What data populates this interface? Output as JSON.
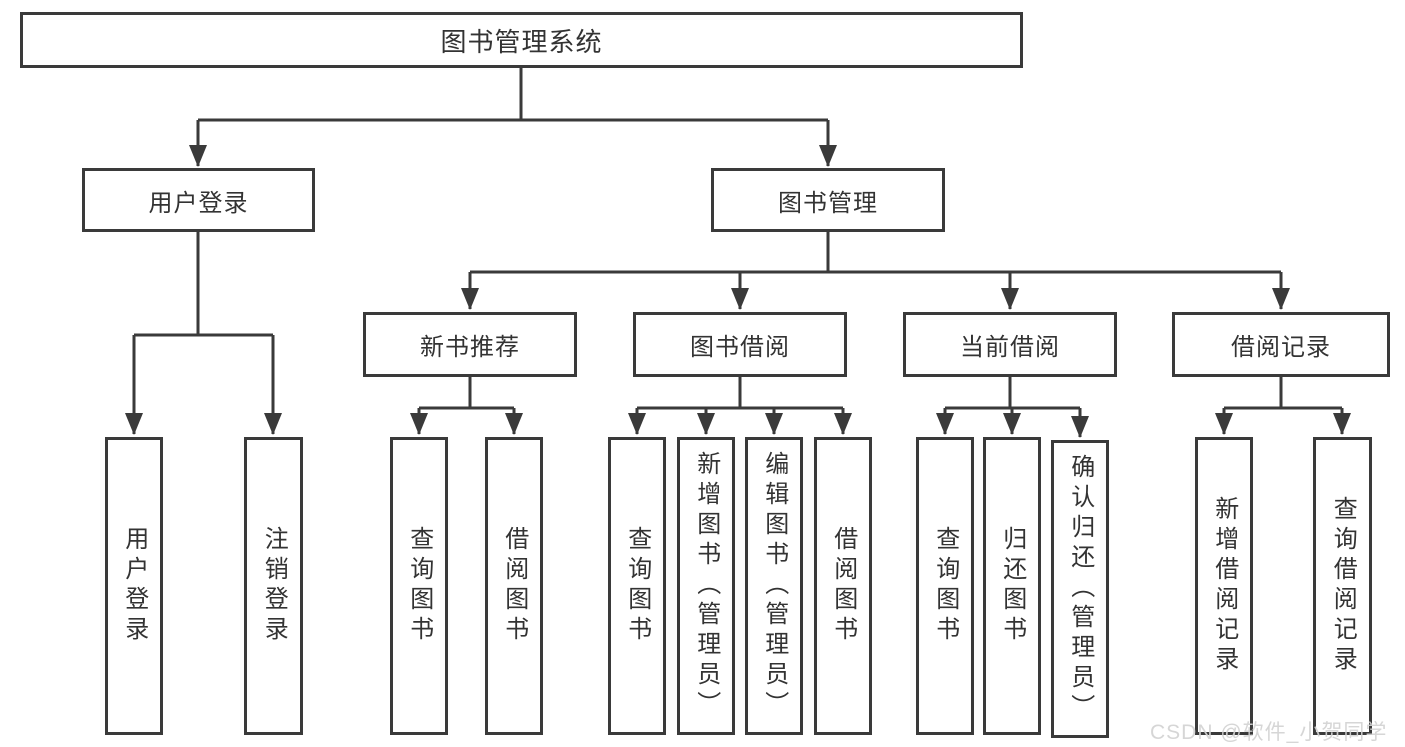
{
  "title": "图书管理系统",
  "colors": {
    "line": "#3a3a3a",
    "text": "#333333",
    "box_background": "#ffffff",
    "watermark": "#d3d3d3"
  },
  "watermark": {
    "text": "CSDN @软件_小贺同学"
  },
  "nodes": {
    "root": {
      "label": "图书管理系统"
    },
    "userLogin": {
      "label": "用户登录"
    },
    "bookMgmt": {
      "label": "图书管理"
    },
    "newBookRec": {
      "label": "新书推荐"
    },
    "bookBorrow": {
      "label": "图书借阅"
    },
    "currentBorrow": {
      "label": "当前借阅"
    },
    "borrowRecords": {
      "label": "借阅记录"
    },
    "loginUser": {
      "label": "用户登录"
    },
    "logoutUser": {
      "label": "注销登录"
    },
    "nbQueryBook": {
      "label": "查询图书"
    },
    "nbBorrowBook": {
      "label": "借阅图书"
    },
    "bbQueryBook": {
      "label": "查询图书"
    },
    "bbAddBook": {
      "label": "新增图书（管理员）"
    },
    "bbEditBook": {
      "label": "编辑图书（管理员）"
    },
    "bbBorrowBook": {
      "label": "借阅图书"
    },
    "cbQueryBook": {
      "label": "查询图书"
    },
    "cbReturnBook": {
      "label": "归还图书"
    },
    "cbConfirmReturn": {
      "label": "确认归还（管理员）"
    },
    "brAddRecord": {
      "label": "新增借阅记录"
    },
    "brQueryRecord": {
      "label": "查询借阅记录"
    }
  },
  "hierarchy": {
    "图书管理系统": {
      "用户登录": [
        "用户登录",
        "注销登录"
      ],
      "图书管理": {
        "新书推荐": [
          "查询图书",
          "借阅图书"
        ],
        "图书借阅": [
          "查询图书",
          "新增图书（管理员）",
          "编辑图书（管理员）",
          "借阅图书"
        ],
        "当前借阅": [
          "查询图书",
          "归还图书",
          "确认归还（管理员）"
        ],
        "借阅记录": [
          "新增借阅记录",
          "查询借阅记录"
        ]
      }
    }
  }
}
